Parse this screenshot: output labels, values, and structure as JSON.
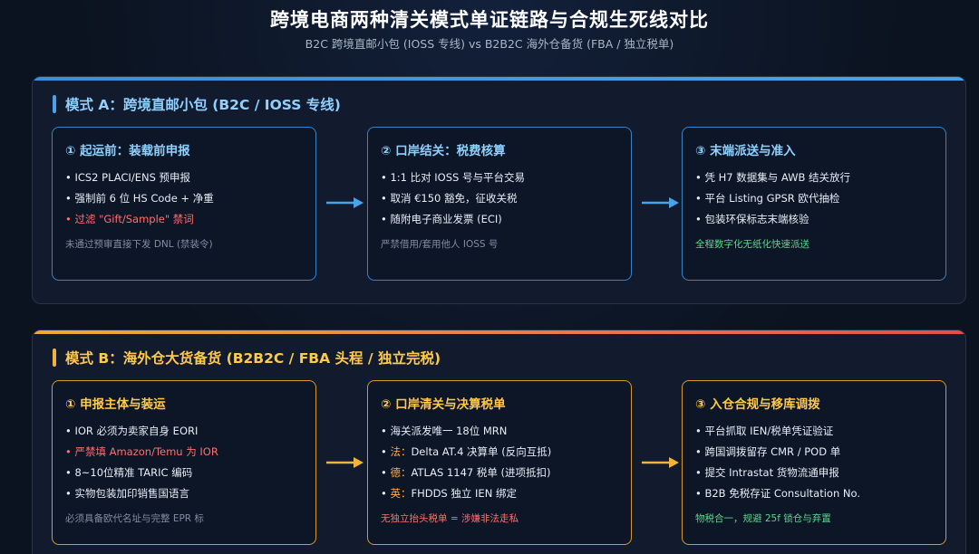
{
  "title": "跨境电商两种清关模式单证链路与合规生死线对比",
  "subtitle": "B2C 跨境直邮小包 (IOSS 专线) vs B2B2C 海外仓备货 (FBA / 独立税单)",
  "colors": {
    "mode_a_accent": "#4aa3e8",
    "mode_b_accent": "#f0b43a",
    "warning": "#ff6f6f",
    "success": "#5fd38d"
  },
  "mode_a": {
    "title": "模式 A：跨境直邮小包 (B2C / IOSS 专线)",
    "cards": [
      {
        "title": "① 起运前：装载前申报",
        "items": [
          "• ICS2 PLACI/ENS 预申报",
          "• 强制前 6 位 HS Code + 净重",
          "• 过滤 \"Gift/Sample\" 禁词"
        ],
        "note": "未通过预审直接下发 DNL (禁装令)"
      },
      {
        "title": "② 口岸结关：税费核算",
        "items": [
          "• 1:1 比对 IOSS 号与平台交易",
          "• 取消 €150 豁免，征收关税",
          "• 随附电子商业发票 (ECI)"
        ],
        "note": "严禁借用/套用他人 IOSS 号"
      },
      {
        "title": "③ 末端派送与准入",
        "items": [
          "• 凭 H7 数据集与 AWB 结关放行",
          "• 平台 Listing GPSR 欧代抽检",
          "• 包装环保标志末端核验"
        ],
        "note": "全程数字化无纸化快速派送"
      }
    ]
  },
  "mode_b": {
    "title": "模式 B：海外仓大货备货 (B2B2C / FBA 头程 / 独立完税)",
    "cards": [
      {
        "title": "① 申报主体与装运",
        "items": [
          "• IOR 必须为卖家自身 EORI",
          "• 严禁填 Amazon/Temu 为 IOR",
          "• 8~10位精准 TARIC 编码",
          "• 实物包装加印销售国语言"
        ],
        "note": "必须具备欧代名址与完整 EPR 标"
      },
      {
        "title": "② 口岸清关与决算税单",
        "items": [
          "• 海关派发唯一 18位 MRN"
        ],
        "prefixed": [
          {
            "prefix": "法：",
            "text": "Delta AT.4 决算单 (反向互抵)"
          },
          {
            "prefix": "德：",
            "text": "ATLAS 1147 税单 (进项抵扣)"
          },
          {
            "prefix": "英：",
            "text": "FHDDS 独立 IEN 绑定"
          }
        ],
        "bullet": "•",
        "note": "无独立抬头税单 = 涉嫌非法走私"
      },
      {
        "title": "③ 入仓合规与移库调拨",
        "items": [
          "• 平台抓取 IEN/税单凭证验证",
          "• 跨国调拨留存 CMR / POD 单",
          "• 提交 Intrastat 货物流通申报",
          "• B2B 免税存证 Consultation No."
        ],
        "note": "物税合一，规避 25f 锁仓与弃置"
      }
    ]
  }
}
